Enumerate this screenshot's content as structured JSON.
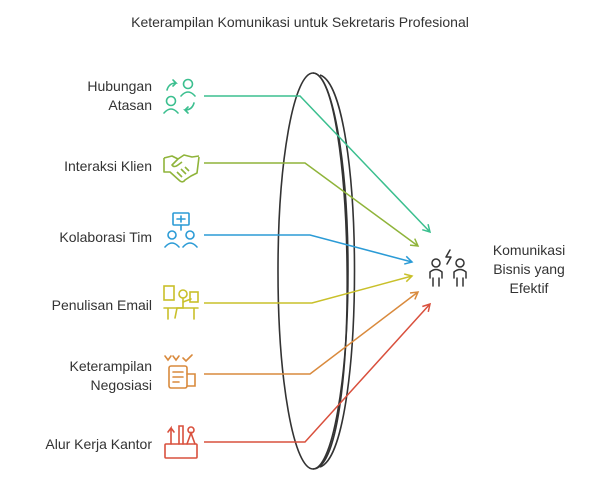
{
  "title": "Keterampilan Komunikasi untuk Sekretaris Profesional",
  "inputs": [
    {
      "label": "Hubungan\nAtasan",
      "icon": "people-exchange-icon",
      "color": "#3bbf8f"
    },
    {
      "label": "Interaksi Klien",
      "icon": "handshake-icon",
      "color": "#8fb43a"
    },
    {
      "label": "Kolaborasi Tim",
      "icon": "team-icon",
      "color": "#2b9bd6"
    },
    {
      "label": "Penulisan Email",
      "icon": "desk-worker-icon",
      "color": "#c9c02a"
    },
    {
      "label": "Keterampilan\nNegosiasi",
      "icon": "checklist-icon",
      "color": "#d98a3d"
    },
    {
      "label": "Alur Kerja Kantor",
      "icon": "office-tools-icon",
      "color": "#d9503d"
    }
  ],
  "output": {
    "label": "Komunikasi\nBisnis yang\nEfektif",
    "icon": "two-people-lightning-icon"
  }
}
